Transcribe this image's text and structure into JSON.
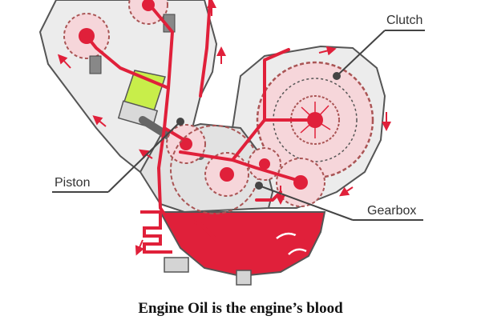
{
  "labels": {
    "clutch": "Clutch",
    "piston": "Piston",
    "gearbox": "Gearbox"
  },
  "caption": "Engine Oil is the engine’s blood",
  "colors": {
    "oil": "#e0203a",
    "oil_dark": "#b0142a",
    "casing_fill": "#ececec",
    "casing_stroke": "#555555",
    "gear_tint": "#f6d6da",
    "cylinder": "#c8ee4a",
    "callout": "#444444"
  },
  "icons": {
    "gear": "gear-icon",
    "arrow": "flow-arrow-icon",
    "spark": "spark-icon"
  }
}
